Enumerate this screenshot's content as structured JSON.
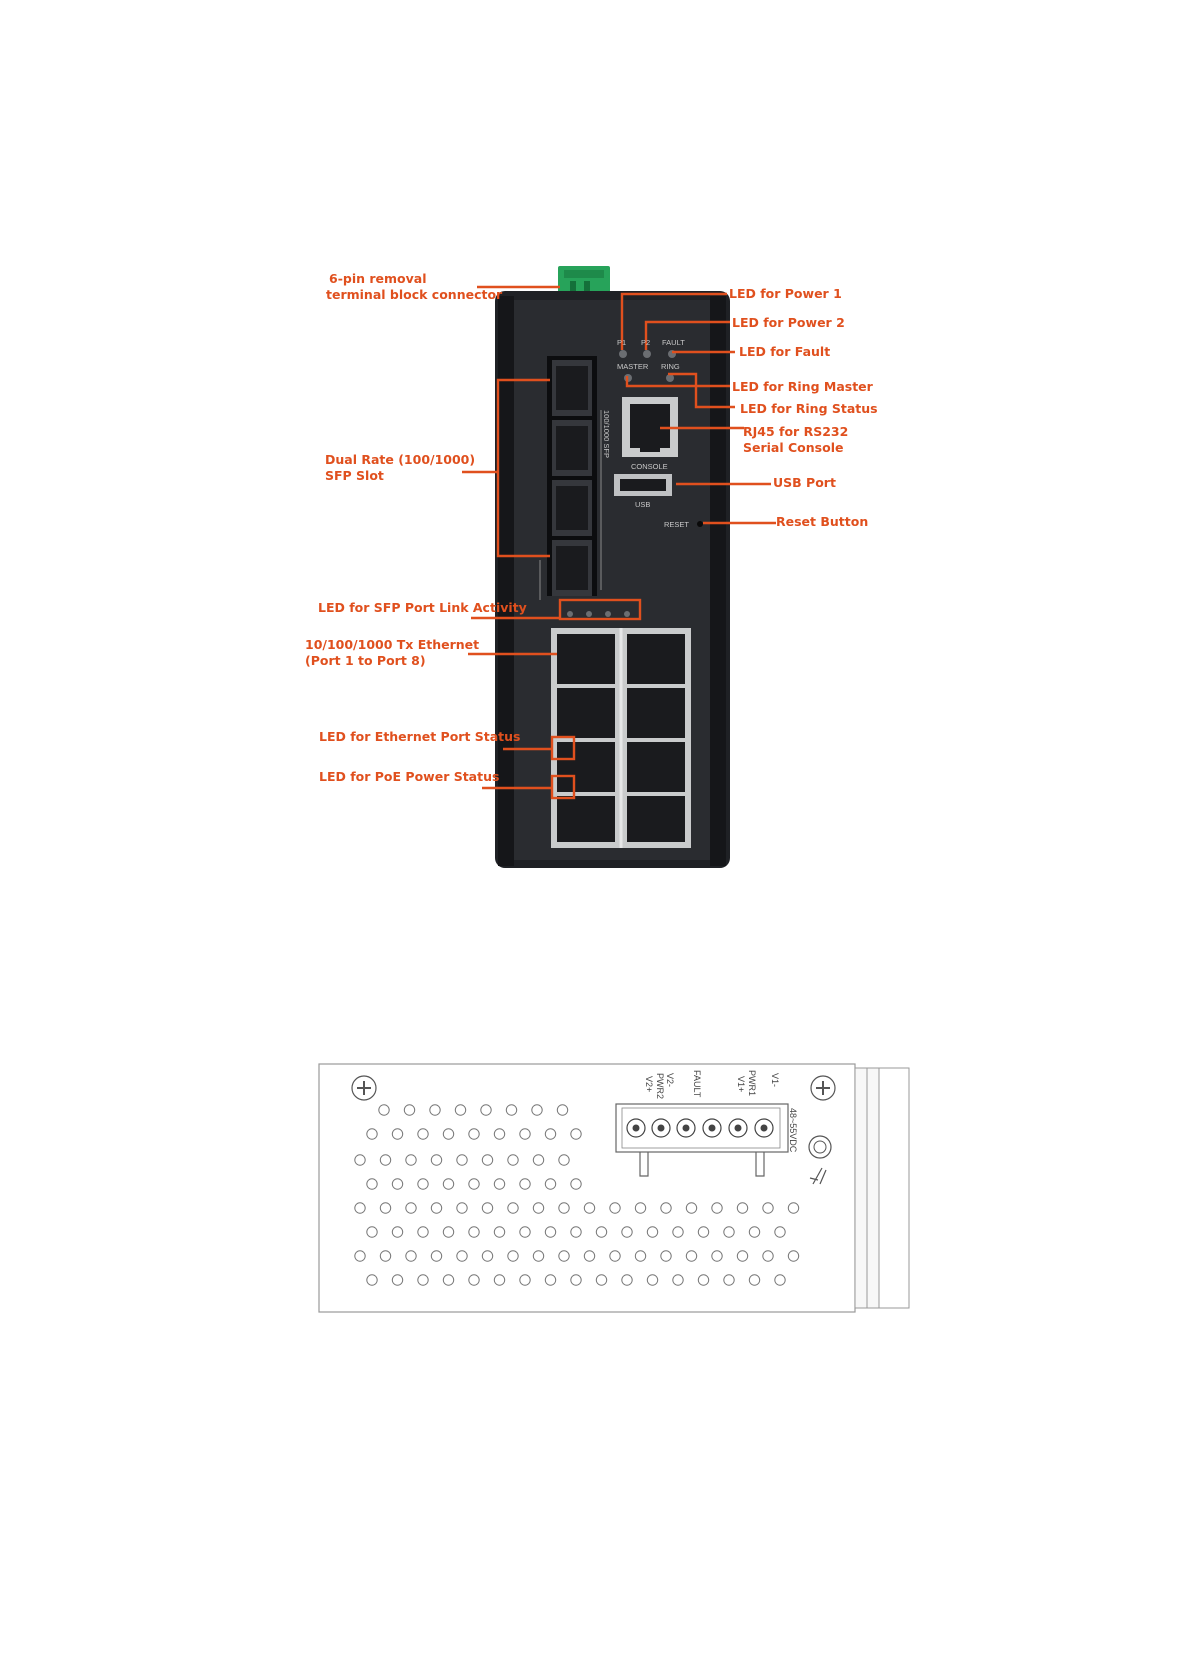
{
  "callouts": {
    "terminal_line1": "6-pin removal",
    "terminal_line2": "terminal block connector",
    "led_p1": "LED for Power 1",
    "led_p2": "LED for Power 2",
    "led_fault": "LED for Fault",
    "led_master": "LED for Ring Master",
    "led_ring": "LED for Ring Status",
    "rj45_line1": "RJ45 for RS232",
    "rj45_line2": "Serial Console",
    "usb": "USB Port",
    "reset": "Reset Button",
    "sfp_line1": "Dual Rate (100/1000)",
    "sfp_line2": "SFP Slot",
    "sfp_led": "LED for SFP Port Link Activity",
    "eth_line1": "10/100/1000 Tx Ethernet",
    "eth_line2": "(Port 1 to Port 8)",
    "eth_led": "LED for Ethernet Port Status",
    "poe_led": "LED for PoE Power Status"
  },
  "panel_labels": {
    "p1": "P1",
    "p2": "P2",
    "fault": "FAULT",
    "master": "MASTER",
    "ring": "RING",
    "console": "CONSOLE",
    "usb": "USB",
    "reset": "RESET",
    "sfp_side": "100/1000 SFP"
  },
  "top_labels": {
    "pwr2": "PWR2",
    "v2plus": "V2+",
    "v2minus": "V2-",
    "fault": "FAULT",
    "pwr1": "PWR1",
    "v1plus": "V1+",
    "v1minus": "V1-",
    "voltage": "48~55VDC"
  },
  "colors": {
    "accent": "#e0501e",
    "panel": "#26282c",
    "terminal": "#27a35a"
  }
}
